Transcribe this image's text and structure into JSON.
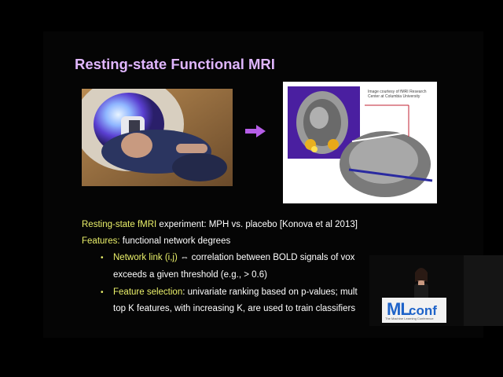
{
  "slide": {
    "title": "Resting-state Functional MRI",
    "image_credit": "Image courtesy of fMRI Research Center at Columbia University",
    "line1": {
      "highlight": "Resting-state fMRI",
      "rest": " experiment: MPH vs. placebo [Konova et al 2013]"
    },
    "line2": {
      "highlight": "Features:",
      "rest": " functional network degrees"
    },
    "bullet1": {
      "highlight": "Network link (i,j)",
      "rest": "  ⇔  correlation between BOLD signals  of vox"
    },
    "bullet1_cont": "exceeds a given threshold (e.g.,  > 0.6)",
    "bullet2": {
      "highlight": "Feature selection",
      "rest": ": univariate ranking based on p-values; mult"
    },
    "bullet2_cont": "top K features, with increasing K,  are used to train classifiers",
    "bullet_symbol": "•"
  },
  "logo": {
    "ml": "ML",
    "conf": "conf",
    "tagline": "The Machine Learning Conference"
  },
  "colors": {
    "title": "#e0b6ff",
    "highlight": "#eaf06a",
    "arrow": "#b65ee8",
    "logo_blue": "#1e63c9"
  }
}
